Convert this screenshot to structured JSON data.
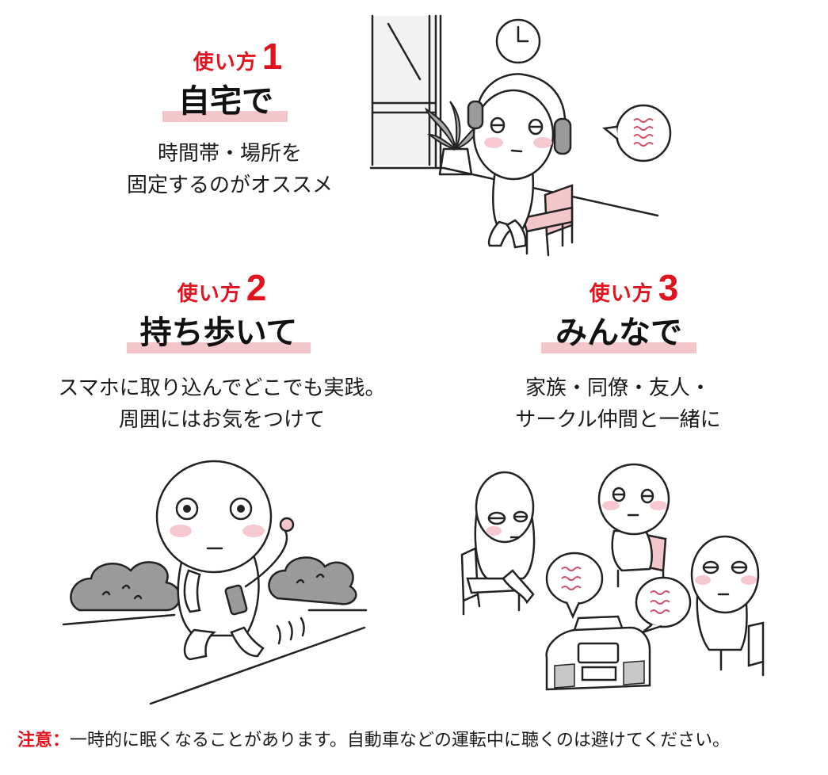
{
  "usage1": {
    "label": "使い方",
    "number": "1",
    "title": "自宅で",
    "desc_line1": "時間帯・場所を",
    "desc_line2": "固定するのがオススメ"
  },
  "usage2": {
    "label": "使い方",
    "number": "2",
    "title": "持ち歩いて",
    "desc_line1": "スマホに取り込んでどこでも実践。",
    "desc_line2": "周囲にはお気をつけて"
  },
  "usage3": {
    "label": "使い方",
    "number": "3",
    "title": "みんなで",
    "desc_line1": "家族・同僚・友人・",
    "desc_line2": "サークル仲間と一緒に"
  },
  "footer": {
    "note_label": "注意：",
    "note_text": "一時的に眠くなることがあります。自動車などの運転中に聴くのは避けてください。"
  },
  "colors": {
    "accent_red": "#e0141e",
    "underline_pink": "#f3c6ca",
    "cheek_pink": "#f6c9d0"
  },
  "icons": [
    "wall-clock-icon",
    "headphones-icon",
    "speech-bubble-icon",
    "plant-icon",
    "chair-icon",
    "smartphone-icon",
    "bush-icon",
    "radio-cassette-icon"
  ]
}
